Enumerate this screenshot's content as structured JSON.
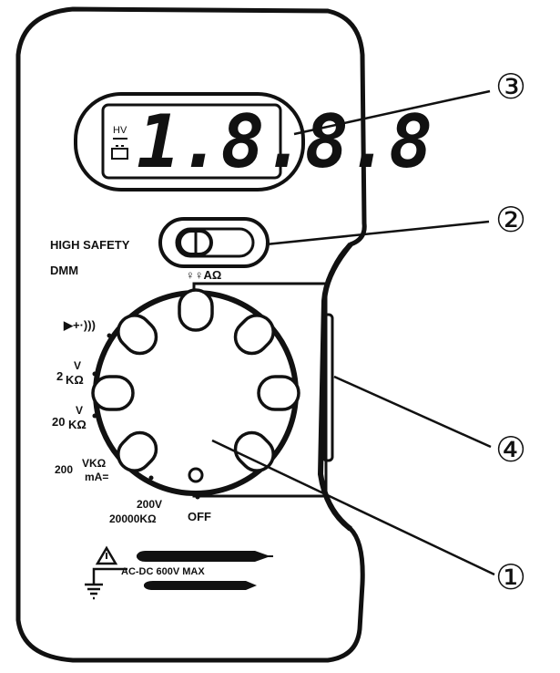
{
  "display": {
    "reading": "1.8.8.8",
    "hv_label": "HV"
  },
  "switch_panel": {
    "line1": "HIGH SAFETY",
    "line2": "DMM"
  },
  "dial": {
    "top_symbols": "♀♀AΩ",
    "diode_label": "▶+·)))",
    "range_2v": {
      "num": "2",
      "unit_top": "V",
      "unit_bot": "KΩ"
    },
    "range_20v": {
      "num": "20",
      "unit_top": "V",
      "unit_bot": "KΩ"
    },
    "range_200": {
      "num": "200",
      "unit_top": "VKΩ",
      "unit_bot": "mA="
    },
    "range_200v_line1": "200V",
    "range_200v_line2": "20000KΩ",
    "off_label": "OFF"
  },
  "warning": {
    "text": "AC-DC 600V MAX"
  },
  "callouts": {
    "c1": "①",
    "c2": "②",
    "c3": "③",
    "c4": "④"
  },
  "icons": [
    "battery-icon",
    "warning-triangle-icon",
    "ground-icon",
    "probe-icon"
  ]
}
